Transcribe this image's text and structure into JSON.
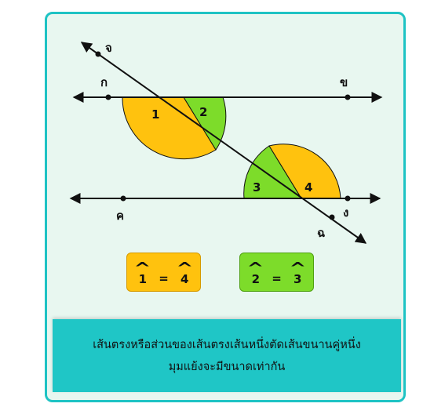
{
  "points": {
    "a": "ก",
    "b": "ข",
    "c": "ค",
    "d": "ง",
    "e": "จ",
    "f": "ฉ"
  },
  "angles": {
    "one": "1",
    "two": "2",
    "three": "3",
    "four": "4"
  },
  "colors": {
    "orange": "#ffc20e",
    "green": "#7ddc2a",
    "banner": "#1fc6c6",
    "border": "#1ec3c4",
    "background": "#e8f7f0"
  },
  "equations": [
    {
      "left": "1",
      "equals": "=",
      "right": "4"
    },
    {
      "left": "2",
      "equals": "=",
      "right": "3"
    }
  ],
  "caption": {
    "line1": "เส้นตรงหรือส่วนของเส้นตรงเส้นหนึ่งตัดเส้นขนานคู่หนึ่ง",
    "line2": "มุมแย้งจะมีขนาดเท่ากัน"
  }
}
